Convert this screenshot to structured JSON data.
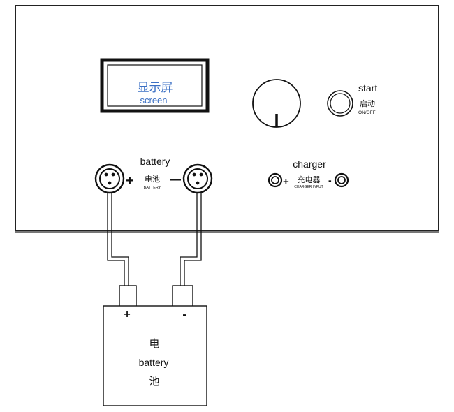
{
  "panel": {
    "screen": {
      "label_cn": "显示屏",
      "label_en": "screen",
      "text_color": "#3a6fc4"
    },
    "start_switch": {
      "label_en": "start",
      "label_cn": "启动",
      "sublabel": "ON/OFF"
    },
    "battery_port": {
      "label_en": "battery",
      "label_cn": "电池",
      "sublabel": "BATTERY",
      "plus": "+",
      "minus": "—"
    },
    "charger_port": {
      "label_en": "charger",
      "label_cn": "充电器",
      "sublabel": "CHARGER INPUT",
      "plus": "+",
      "minus": "-"
    }
  },
  "battery": {
    "plus": "+",
    "minus": "-",
    "label_cn_top": "电",
    "label_en": "battery",
    "label_cn_bottom": "池"
  },
  "colors": {
    "line": "#111111",
    "panel_border": "#333333",
    "screen_text": "#3a6fc4"
  }
}
